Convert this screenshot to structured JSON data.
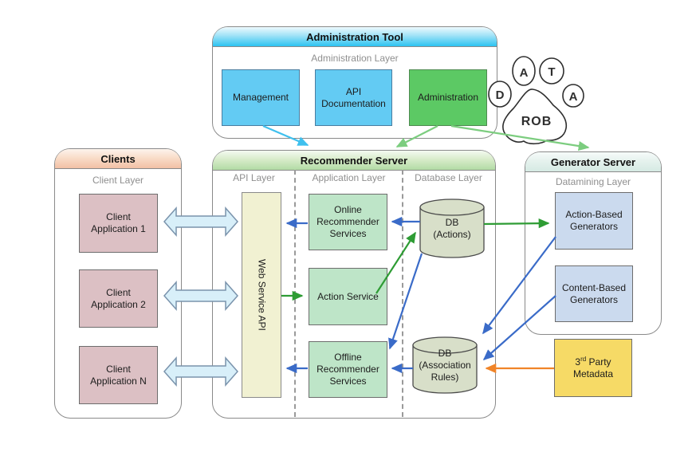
{
  "admin_tool": {
    "title": "Administration Tool",
    "layer": "Administration Layer",
    "boxes": [
      "Management",
      "API Documentation",
      "Administration"
    ]
  },
  "clients": {
    "title": "Clients",
    "layer": "Client Layer",
    "apps": [
      "Client Application 1",
      "Client Application 2",
      "Client Application N"
    ]
  },
  "recommender": {
    "title": "Recommender Server",
    "layers": [
      "API Layer",
      "Application Layer",
      "Database Layer"
    ],
    "api_box": "Web Service API",
    "services": [
      "Online Recommender Services",
      "Action Service",
      "Offline Recommender Services"
    ],
    "databases": [
      {
        "lines": [
          "DB",
          "(Actions)"
        ]
      },
      {
        "lines": [
          "DB",
          "(Association",
          "Rules)"
        ]
      }
    ]
  },
  "generator": {
    "title": "Generator Server",
    "layer": "Datamining Layer",
    "boxes": [
      "Action-Based Generators",
      "Content-Based Generators"
    ]
  },
  "third_party": {
    "line1_pre": "3",
    "line1_sup": "rd",
    "line1_post": " Party",
    "line2": "Metadata"
  },
  "logo": {
    "toes": [
      "D",
      "A",
      "T",
      "A"
    ],
    "pad_label": "ROB"
  },
  "colors": {
    "blue_arrow": "#3a6bc8",
    "green_arrow": "#2e9c34",
    "light_green_arrow": "#7ccd7f",
    "cyan_arrow": "#3fc0ee",
    "orange_arrow": "#f08428",
    "double_arrow_fill": "#d8eff9",
    "double_arrow_stroke": "#7a93ac",
    "cylinder_fill": "#d8dfc9",
    "cylinder_stroke": "#4a4a4a",
    "box_cyan": "#63cbf3",
    "box_admin_green": "#5cc964",
    "box_client_pink": "#dcc0c4",
    "box_service_green": "#bee5c8",
    "box_generator_blue": "#cbdaee",
    "box_metadata_yellow": "#f6da66",
    "box_api_cream": "#f1f1d2"
  }
}
